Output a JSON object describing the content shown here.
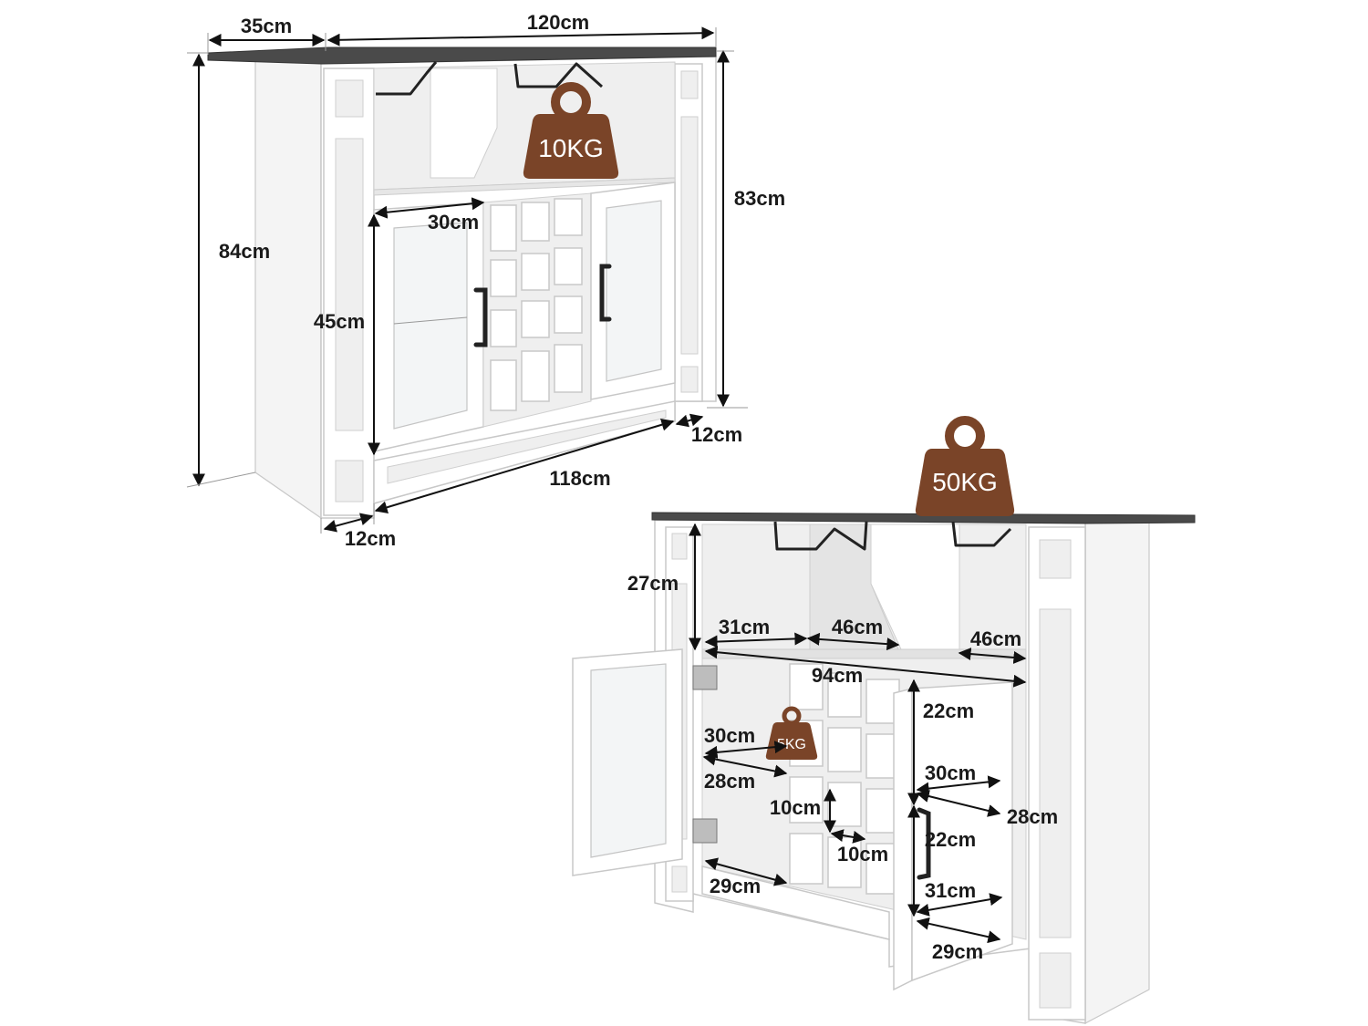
{
  "colors": {
    "weight_fill": "#7a4428",
    "tabletop": "#4a4a4a",
    "cabinet": "#ffffff",
    "text": "#1a1a1a"
  },
  "front_view": {
    "dims": {
      "depth": "35cm",
      "width": "120cm",
      "height_left": "84cm",
      "height_right": "83cm",
      "door_width": "30cm",
      "door_height": "45cm",
      "base_width": "118cm",
      "leg_right": "12cm",
      "leg_left": "12cm"
    },
    "top_weight": "10KG"
  },
  "open_view": {
    "top_weight": "50KG",
    "shelf_weight": "5KG",
    "dims": {
      "upper_height": "27cm",
      "upper_left": "31cm",
      "upper_mid": "46cm",
      "upper_right": "46cm",
      "inner_width": "94cm",
      "left_depth_1": "30cm",
      "left_depth_2": "28cm",
      "left_bottom": "29cm",
      "cube_h": "10cm",
      "cube_w": "10cm",
      "right_upper_h": "22cm",
      "right_depth_1": "30cm",
      "right_depth_2": "28cm",
      "right_lower_h": "22cm",
      "right_bottom_1": "31cm",
      "right_bottom_2": "29cm"
    }
  }
}
